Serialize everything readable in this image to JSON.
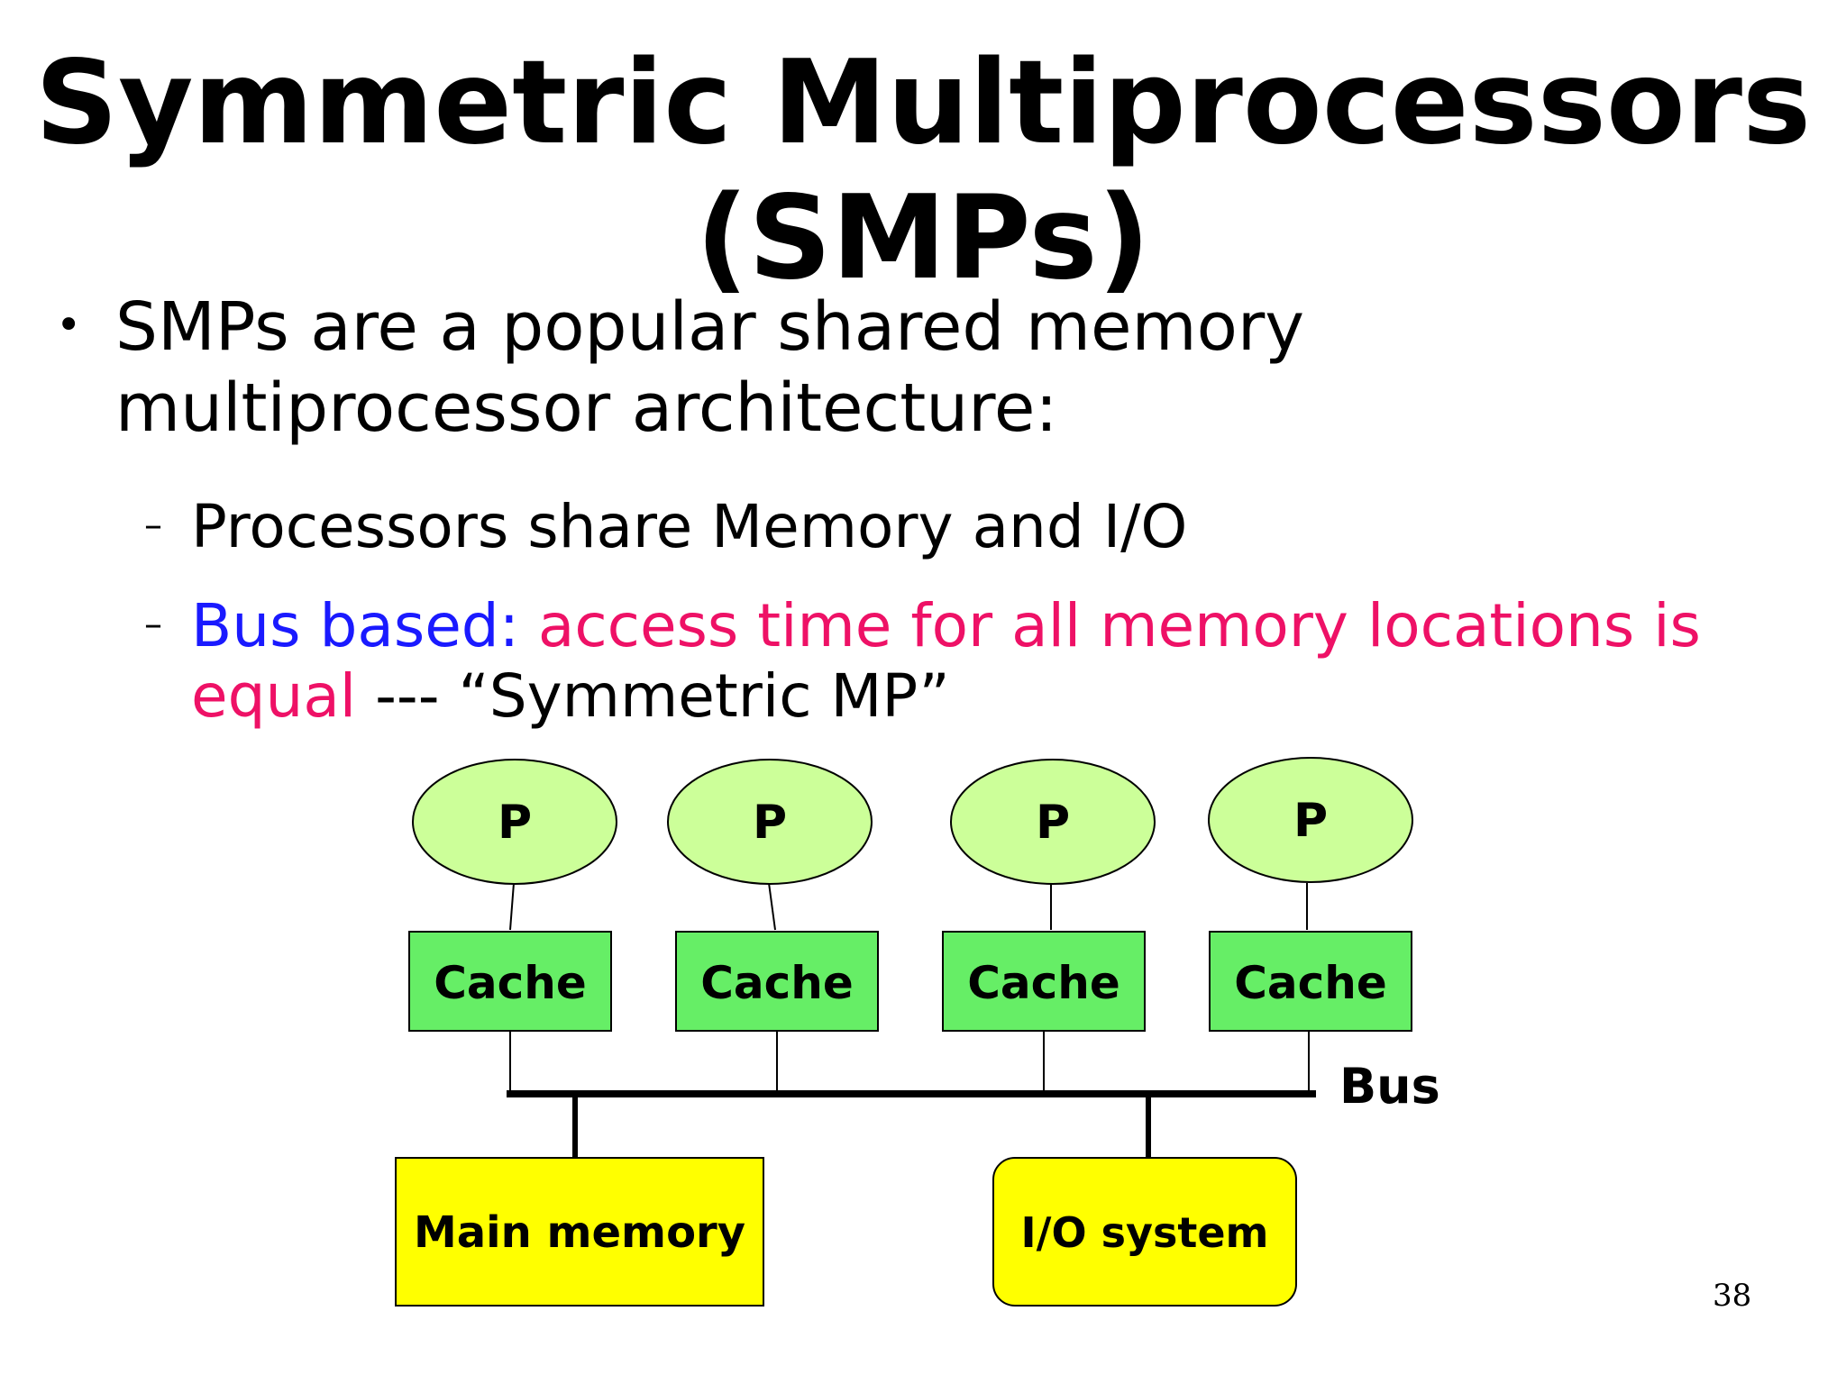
{
  "slide": {
    "title_line1": "Symmetric Multiprocessors",
    "title_line2": "(SMPs)",
    "bullet_marker": "•",
    "bullet_line1": "SMPs are a popular shared memory",
    "bullet_line2": "multiprocessor architecture:",
    "dash": "–",
    "sub1": "Processors share Memory and I/O",
    "sub2_blue": "Bus based:",
    "sub2_pink_line1": "access time for all memory locations is",
    "sub2_pink_line2": "equal",
    "sub2_rest": "--- “Symmetric MP”",
    "page_number": "38"
  },
  "diagram": {
    "processors": [
      "P",
      "P",
      "P",
      "P"
    ],
    "caches": [
      "Cache",
      "Cache",
      "Cache",
      "Cache"
    ],
    "bus_label": "Bus",
    "main_memory": "Main memory",
    "io_system": "I/O system",
    "colors": {
      "processor_fill": "#ccff99",
      "cache_fill": "#66ee66",
      "box_fill": "#ffff00",
      "text_blue": "#1a1aff",
      "text_pink": "#ee1166"
    }
  }
}
